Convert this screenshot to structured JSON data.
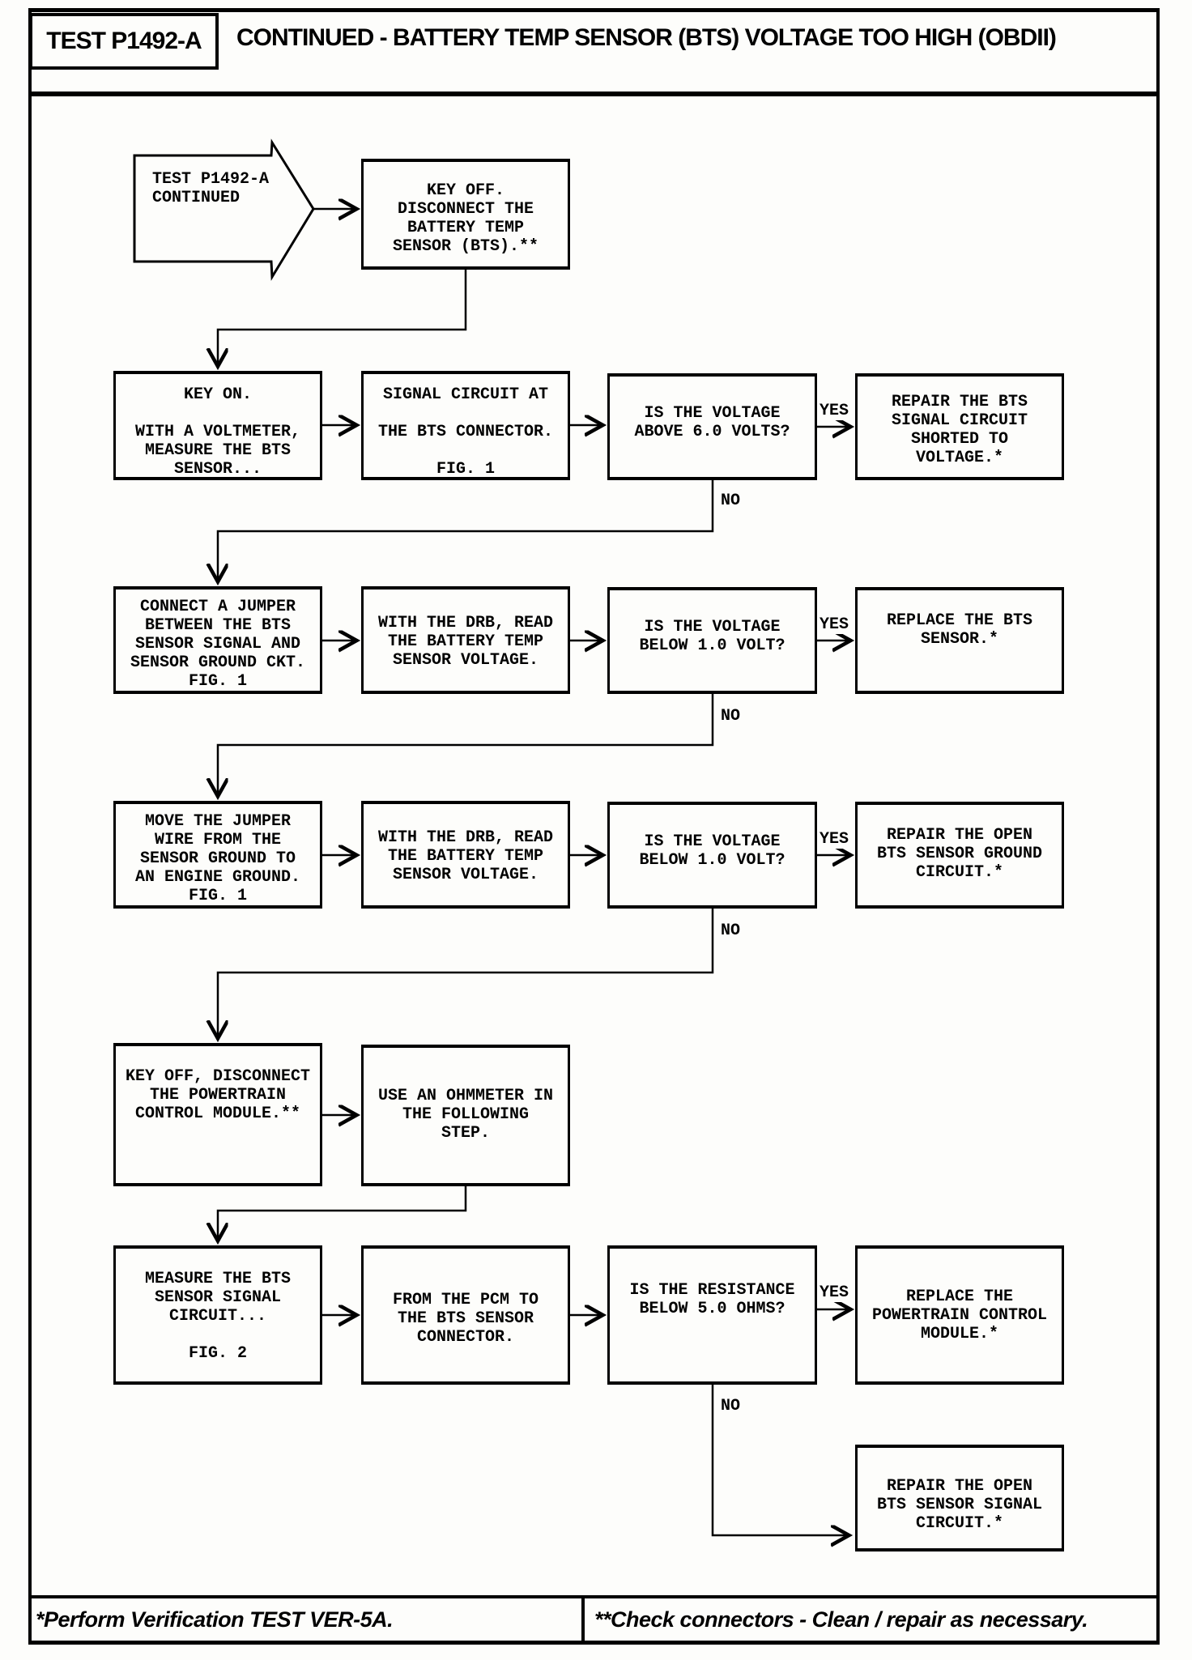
{
  "header": {
    "test_id": "TEST P1492-A",
    "title": "CONTINUED - BATTERY TEMP SENSOR (BTS) VOLTAGE TOO HIGH (OBDII)"
  },
  "flowchart": {
    "start": "TEST P1492-A\nCONTINUED",
    "boxes": {
      "key_off": "KEY OFF.\nDISCONNECT THE\nBATTERY TEMP\nSENSOR (BTS).**",
      "key_on": "KEY ON.\n\nWITH A VOLTMETER,\nMEASURE THE BTS\nSENSOR...",
      "signal_circuit": "SIGNAL CIRCUIT AT\n\nTHE BTS CONNECTOR.\n\nFIG. 1",
      "q_voltage_above_6": "IS THE VOLTAGE\nABOVE 6.0 VOLTS?",
      "repair_shorted": "REPAIR THE BTS\nSIGNAL CIRCUIT\nSHORTED TO\nVOLTAGE.*",
      "connect_jumper": "CONNECT A JUMPER\nBETWEEN THE BTS\nSENSOR SIGNAL AND\nSENSOR GROUND CKT.\nFIG. 1",
      "drb_read_1": "WITH THE DRB, READ\nTHE BATTERY TEMP\nSENSOR VOLTAGE.",
      "q_below_1v_a": "IS THE VOLTAGE\nBELOW 1.0 VOLT?",
      "replace_bts": "REPLACE THE BTS\nSENSOR.*",
      "move_jumper": "MOVE THE JUMPER\nWIRE FROM THE\nSENSOR GROUND TO\nAN ENGINE GROUND.\nFIG. 1",
      "drb_read_2": "WITH THE DRB, READ\nTHE BATTERY TEMP\nSENSOR VOLTAGE.",
      "q_below_1v_b": "IS THE VOLTAGE\nBELOW 1.0 VOLT?",
      "repair_ground": "REPAIR THE OPEN\nBTS SENSOR GROUND\nCIRCUIT.*",
      "key_off_pcm": "KEY OFF, DISCONNECT\nTHE POWERTRAIN\nCONTROL MODULE.**",
      "use_ohmmeter": "USE AN OHMMETER IN\nTHE FOLLOWING\nSTEP.",
      "measure_signal": "MEASURE THE BTS\nSENSOR SIGNAL\nCIRCUIT...\n\nFIG. 2",
      "from_pcm": "FROM THE PCM TO\nTHE BTS SENSOR\nCONNECTOR.",
      "q_resistance": "IS THE RESISTANCE\nBELOW 5.0 OHMS?",
      "replace_pcm": "REPLACE THE\nPOWERTRAIN CONTROL\nMODULE.*",
      "repair_signal": "REPAIR THE OPEN\nBTS SENSOR SIGNAL\nCIRCUIT.*"
    },
    "labels": {
      "yes": "YES",
      "no": "NO"
    }
  },
  "footer": {
    "note1": "*Perform Verification TEST VER-5A.",
    "note2": "**Check connectors - Clean / repair as necessary."
  }
}
